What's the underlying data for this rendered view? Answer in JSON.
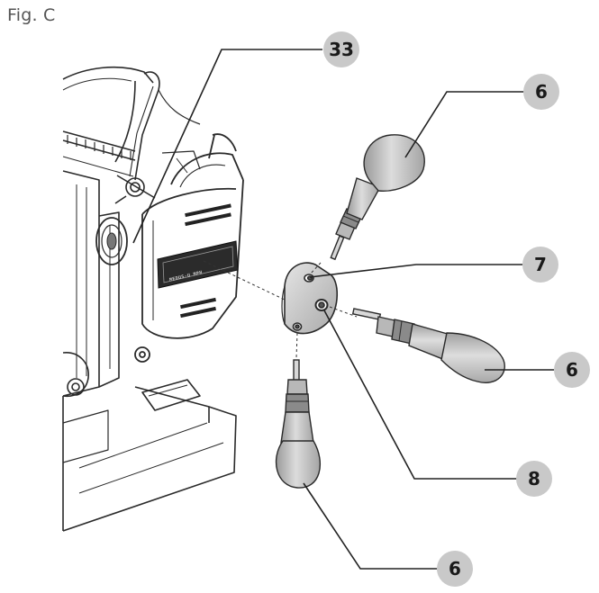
{
  "figure": {
    "title": "Fig. C",
    "callouts": [
      {
        "id": "callout-33",
        "label": "33"
      },
      {
        "id": "callout-6-top",
        "label": "6"
      },
      {
        "id": "callout-7",
        "label": "7"
      },
      {
        "id": "callout-6-right",
        "label": "6"
      },
      {
        "id": "callout-8",
        "label": "8"
      },
      {
        "id": "callout-6-bottom",
        "label": "6"
      }
    ],
    "badge_text": "MEDUS-U MPH"
  },
  "colors": {
    "line": "#2a2a2a",
    "callout_fill": "#c9c9c9",
    "metal": "#cccccc",
    "handle": "#bfbfbf"
  }
}
